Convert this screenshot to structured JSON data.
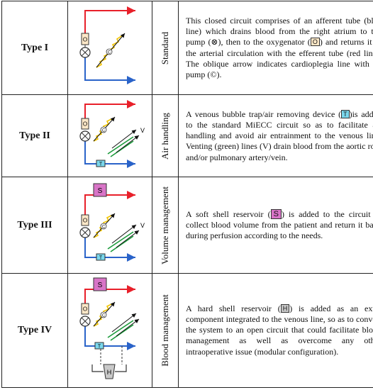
{
  "rows": [
    {
      "type_label": "Type  I",
      "category": "Standard",
      "desc": [
        "This closed circuit comprises of an afferent tube (blue line) which drains blood from the right atrium to the pump  (⊗), then to the oxygenator (",
        "O",
        ") and returns it to the arterial circulation with the efferent tube (red line). The oblique arrow indicates cardioplegia line with its pump (©)."
      ]
    },
    {
      "type_label": "Type II",
      "category": "Air handling",
      "desc": [
        "A venous bubble trap/air removing device (",
        "T",
        ")is added to the standard MiECC circuit so as to facilitate air handling and avoid air entrainment to the venous line. Venting (green) lines (V) drain blood from the aortic root and/or pulmonary artery/vein."
      ]
    },
    {
      "type_label": "Type III",
      "category": "Volume management",
      "desc": [
        "A soft shell reservoir (",
        "S",
        ") is added to the circuit to collect blood volume from the patient and return it back during perfusion according to the needs."
      ]
    },
    {
      "type_label": "Type  IV",
      "category": "Blood management",
      "desc": [
        "A hard shell reservoir (",
        "H",
        ") is added as an extra component integrated to the venous line, so as to convert the system to an open circuit that could facilitate blood management as well as overcome any other intraoperative issue (modular configuration)."
      ]
    }
  ],
  "diagram_labels": {
    "oxygenator": "O",
    "cardioplegia": "C",
    "bubble_trap": "T",
    "vent": "V",
    "soft_reservoir": "S",
    "hard_reservoir": "H"
  },
  "colors": {
    "arterial_line": "#e8202a",
    "venous_line": "#2a63c9",
    "vent_line": "#1a9a3a",
    "cardioplegia_line": "#f2c400",
    "oxygenator_fill": "#fde8c8",
    "bubble_trap_fill": "#7ad7ec",
    "soft_reservoir_fill": "#d874c7",
    "hard_reservoir_fill": "#c9c9c9"
  },
  "icons": {
    "pump": "circle-x-icon",
    "oxygenator": "oxygenator-box-icon",
    "cardioplegia": "zigzag-arrow-icon"
  }
}
